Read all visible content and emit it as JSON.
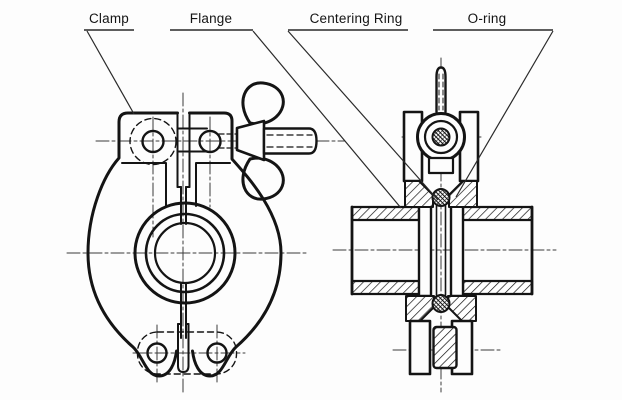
{
  "figure": {
    "type": "technical-drawing",
    "subject": "Vacuum flange clamp assembly, front view and cross-section view",
    "views": [
      "front-view-of-clamp",
      "section-view-of-flange-joint"
    ]
  },
  "labels": {
    "clamp": "Clamp",
    "flange": "Flange",
    "centering_ring": "Centering Ring",
    "o_ring": "O-ring"
  },
  "colors": {
    "background": "#fdfdfd",
    "line": "#141414",
    "centerline": "#3a3a3a",
    "leader": "#2a2a2a"
  }
}
